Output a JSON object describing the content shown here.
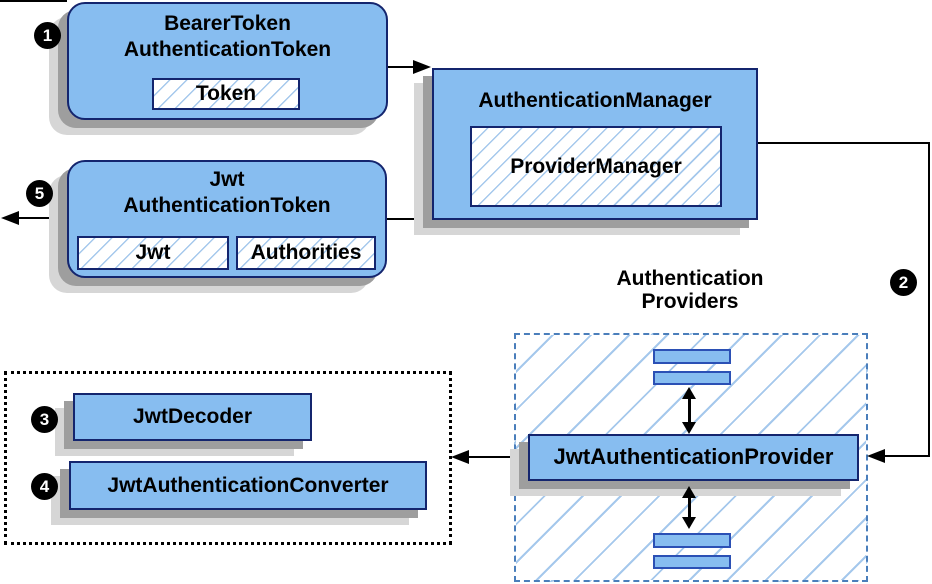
{
  "diagram": {
    "heading": {
      "line1": "Authentication",
      "line2": "Providers"
    },
    "nodes": {
      "bearer_token": {
        "line1": "BearerToken",
        "line2": "AuthenticationToken",
        "inner": "Token"
      },
      "authentication_manager": {
        "title": "AuthenticationManager",
        "inner": "ProviderManager"
      },
      "jwt_authentication_token": {
        "line1": "Jwt",
        "line2": "AuthenticationToken",
        "inner1": "Jwt",
        "inner2": "Authorities"
      },
      "jwt_authentication_provider": {
        "title": "JwtAuthenticationProvider"
      },
      "jwt_decoder": {
        "title": "JwtDecoder"
      },
      "jwt_authentication_converter": {
        "title": "JwtAuthenticationConverter"
      }
    },
    "steps": {
      "one": "1",
      "two": "2",
      "three": "3",
      "four": "4",
      "five": "5"
    },
    "colors": {
      "box_fill": "#87BDF0",
      "box_border": "#14256E",
      "hatch": "#A5C8EC",
      "dashed_border": "#4A7EBB",
      "shadow_dark": "#9E9E9E",
      "shadow_light": "#D6D6D6",
      "bar_border": "#2B50B5",
      "line": "#000000"
    }
  }
}
